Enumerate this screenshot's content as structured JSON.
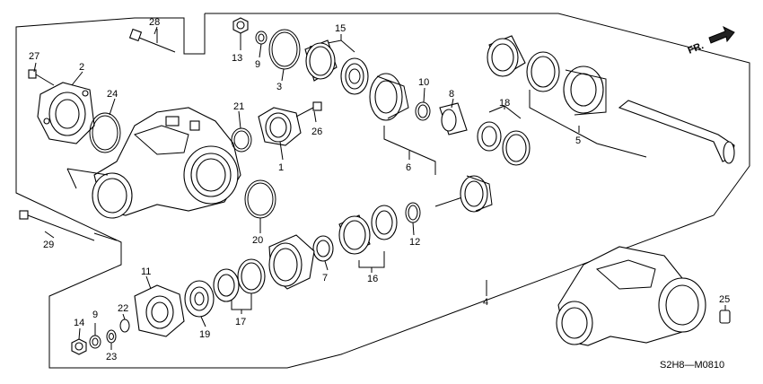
{
  "diagram": {
    "front_label": "FR.",
    "code": "S2H8—M0810",
    "parts": [
      {
        "id": "p1",
        "label": "1"
      },
      {
        "id": "p2",
        "label": "2"
      },
      {
        "id": "p3",
        "label": "3"
      },
      {
        "id": "p4",
        "label": "4"
      },
      {
        "id": "p5",
        "label": "5"
      },
      {
        "id": "p6",
        "label": "6"
      },
      {
        "id": "p7",
        "label": "7"
      },
      {
        "id": "p8",
        "label": "8"
      },
      {
        "id": "p9a",
        "label": "9"
      },
      {
        "id": "p9b",
        "label": "9"
      },
      {
        "id": "p10",
        "label": "10"
      },
      {
        "id": "p11",
        "label": "11"
      },
      {
        "id": "p12",
        "label": "12"
      },
      {
        "id": "p13",
        "label": "13"
      },
      {
        "id": "p14",
        "label": "14"
      },
      {
        "id": "p15",
        "label": "15"
      },
      {
        "id": "p16",
        "label": "16"
      },
      {
        "id": "p17",
        "label": "17"
      },
      {
        "id": "p18",
        "label": "18"
      },
      {
        "id": "p19",
        "label": "19"
      },
      {
        "id": "p20",
        "label": "20"
      },
      {
        "id": "p21",
        "label": "21"
      },
      {
        "id": "p22",
        "label": "22"
      },
      {
        "id": "p23",
        "label": "23"
      },
      {
        "id": "p24",
        "label": "24"
      },
      {
        "id": "p25",
        "label": "25"
      },
      {
        "id": "p26",
        "label": "26"
      },
      {
        "id": "p27",
        "label": "27"
      },
      {
        "id": "p28",
        "label": "28"
      },
      {
        "id": "p29",
        "label": "29"
      }
    ]
  }
}
